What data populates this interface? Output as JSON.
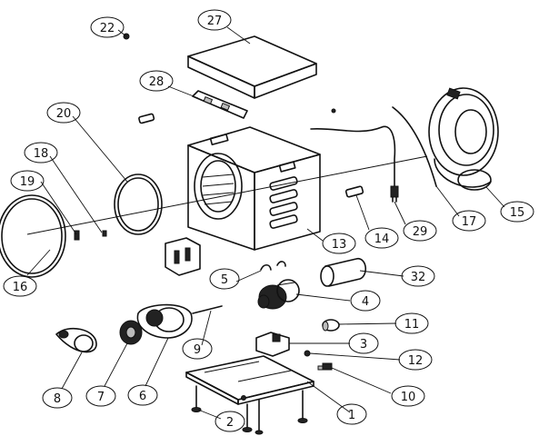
{
  "callouts": [
    {
      "id": "c1",
      "label": "1"
    },
    {
      "id": "c2",
      "label": "2"
    },
    {
      "id": "c3",
      "label": "3"
    },
    {
      "id": "c4",
      "label": "4"
    },
    {
      "id": "c5",
      "label": "5"
    },
    {
      "id": "c6",
      "label": "6"
    },
    {
      "id": "c7",
      "label": "7"
    },
    {
      "id": "c8",
      "label": "8"
    },
    {
      "id": "c9",
      "label": "9"
    },
    {
      "id": "c10",
      "label": "10"
    },
    {
      "id": "c11",
      "label": "11"
    },
    {
      "id": "c12",
      "label": "12"
    },
    {
      "id": "c13",
      "label": "13"
    },
    {
      "id": "c14",
      "label": "14"
    },
    {
      "id": "c15",
      "label": "15"
    },
    {
      "id": "c16",
      "label": "16"
    },
    {
      "id": "c17",
      "label": "17"
    },
    {
      "id": "c18",
      "label": "18"
    },
    {
      "id": "c19",
      "label": "19"
    },
    {
      "id": "c20",
      "label": "20"
    },
    {
      "id": "c22",
      "label": "22"
    },
    {
      "id": "c27",
      "label": "27"
    },
    {
      "id": "c28",
      "label": "28"
    },
    {
      "id": "c29",
      "label": "29"
    },
    {
      "id": "c32",
      "label": "32"
    }
  ]
}
